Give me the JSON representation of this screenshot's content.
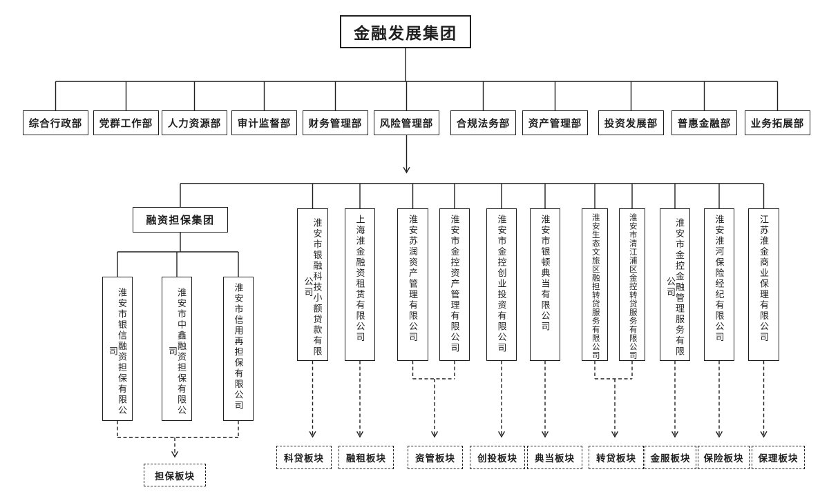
{
  "title": "金融发展集团",
  "departments": [
    "综合行政部",
    "党群工作部",
    "人力资源部",
    "审计监督部",
    "财务管理部",
    "风险管理部",
    "合规法务部",
    "资产管理部",
    "投资发展部",
    "普惠金融部",
    "业务拓展部"
  ],
  "guarantee_group": {
    "label": "融资担保集团",
    "subsidiaries": [
      "淮安市银信融资担保有限公司",
      "淮安市中鑫融资担保有限公司",
      "淮安市信用再担保有限公司"
    ],
    "sector": "担保板块"
  },
  "companies": [
    "淮安市银融科技小额贷款有限公司",
    "上海淮金融资租赁有限公司",
    "淮安苏润资产管理有限公司",
    "淮安市金控资产管理有限公司",
    "淮安市金控创业投资有限公司",
    "淮安市银顿典当有限公司",
    "淮安生态文旅区融担转贷服务有限公司",
    "淮安市清江浦区金控转贷服务有限公司",
    "淮安市金控金融管理服务有限公司",
    "淮安淮河保险经纪有限公司",
    "江苏淮金商业保理有限公司"
  ],
  "sectors": [
    "科贷板块",
    "融租板块",
    "资管板块",
    "创投板块",
    "典当板块",
    "转贷板块",
    "金服板块",
    "保险板块",
    "保理板块"
  ],
  "colors": {
    "line": "#1f1f1f",
    "background": "#ffffff"
  }
}
